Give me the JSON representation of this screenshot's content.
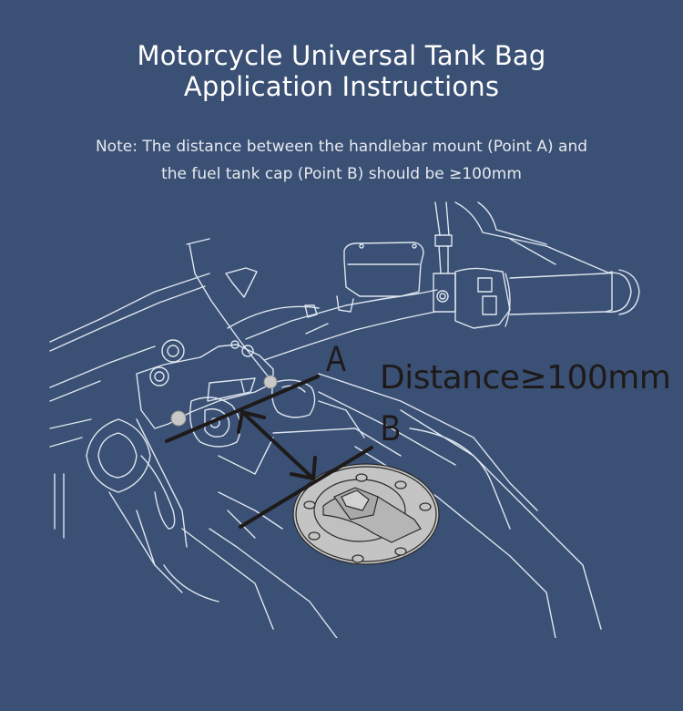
{
  "header": {
    "title_line1": "Motorcycle Universal Tank Bag",
    "title_line2": "Application Instructions",
    "note_line1": "Note: The distance between the handlebar mount (Point A) and",
    "note_line2": "the fuel tank cap (Point B) should be ≥100mm"
  },
  "diagram": {
    "point_a_label": "A",
    "point_b_label": "B",
    "distance_label": "Distance≥100mm",
    "colors": {
      "background": "#3a5074",
      "line_art": "#dfe6f0",
      "measure_lines": "#1e1a1a",
      "tank_cap": "#c4c4c4"
    }
  }
}
